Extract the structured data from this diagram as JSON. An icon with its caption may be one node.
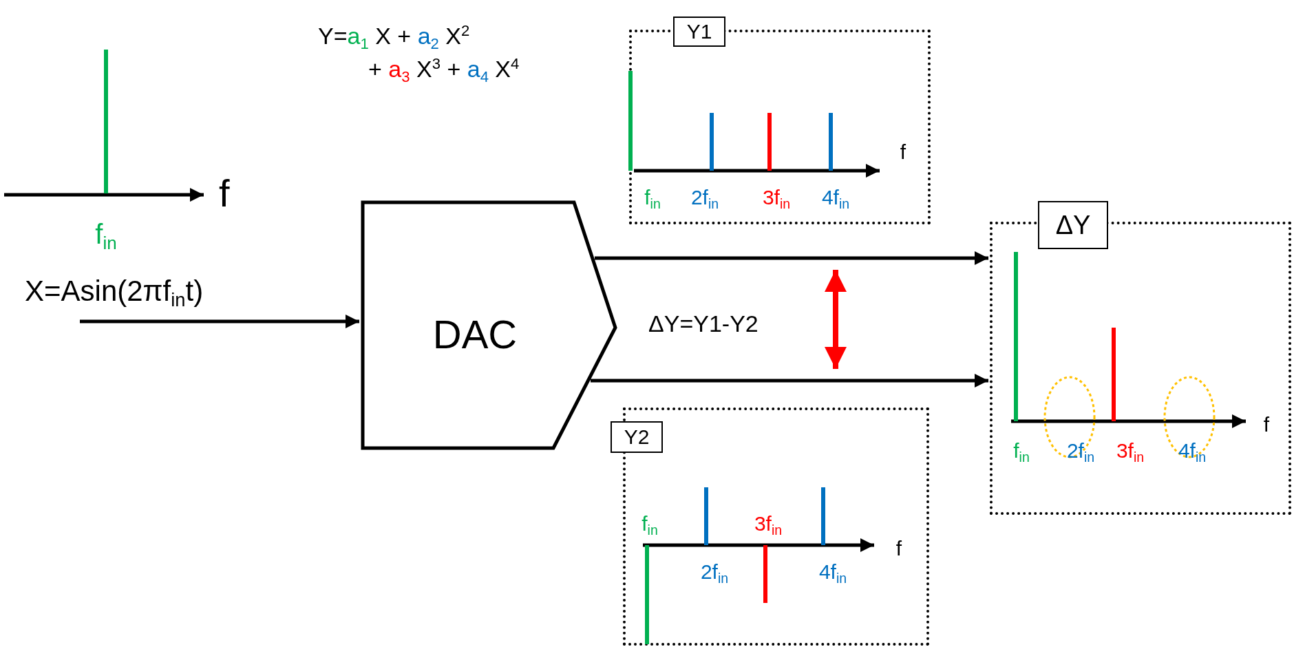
{
  "diagram": {
    "nodes": [
      {
        "text": [
          "DAC"
        ]
      },
      {
        "text": [
          "Y1",
          "f",
          "f$_{in}$",
          "2f$_{in}$",
          "3f$_{in}$",
          "4f$_{in}$"
        ]
      },
      {
        "text": [
          "Y2",
          "f$_{in}$",
          "3f$_{in}$",
          "f",
          "2f$_{in}$",
          "4f$_{in}$"
        ]
      },
      {
        "text": [
          "ΔY",
          "f",
          "f$_{in}$",
          "2f$_{in}$",
          "3f$_{in}$",
          "4f$_{in}$"
        ]
      }
    ],
    "edges": [
      {
        "from": null,
        "to": 0,
        "arrow": "to",
        "label": "X=Asin(2πf$_{in}$t)"
      },
      {
        "from": 0,
        "to": 3,
        "arrow": "to"
      },
      {
        "from": 0,
        "to": 3,
        "arrow": "to"
      }
    ],
    "labels": [
      "Y=a$_{1}$ X + a$_{2}$ X$^{2}$",
      "+ a$_{3}$ X$^{3}$ + a$_{4}$ X$^{4}$",
      "f",
      "f$_{in}$",
      "ΔY=Y1-Y2"
    ]
  }
}
